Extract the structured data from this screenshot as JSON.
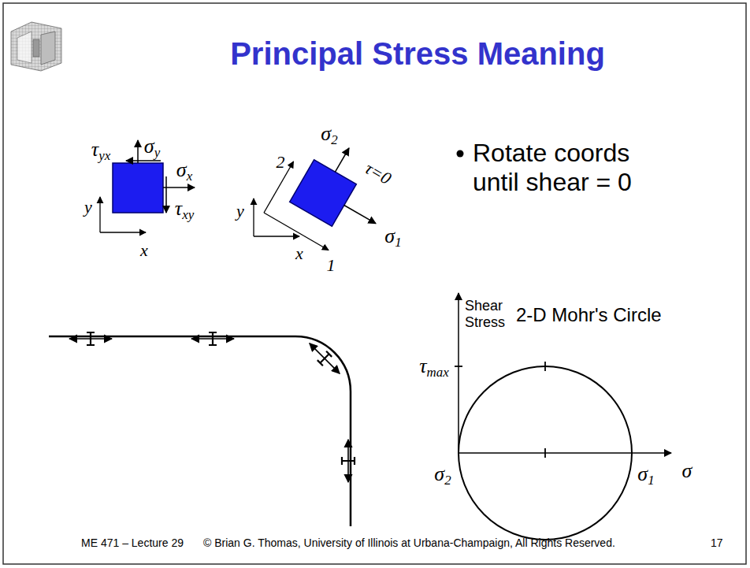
{
  "diagram": {
    "title": "Principal Stress Meaning",
    "labels": [
      "τyx",
      "σy",
      "σx",
      "τxy",
      "y",
      "x",
      "σ2",
      "2",
      "τ=0",
      "σ1",
      "1",
      "y",
      "x",
      "Rotate coords until shear = 0",
      "Shear Stress",
      "2-D Mohr's Circle",
      "τmax",
      "σ2",
      "σ1",
      "σ",
      "ME 471 – Lecture 29",
      "© Brian G. Thomas, University of Illinois at Urbana-Champaign, All Rights Reserved.",
      "17"
    ]
  }
}
